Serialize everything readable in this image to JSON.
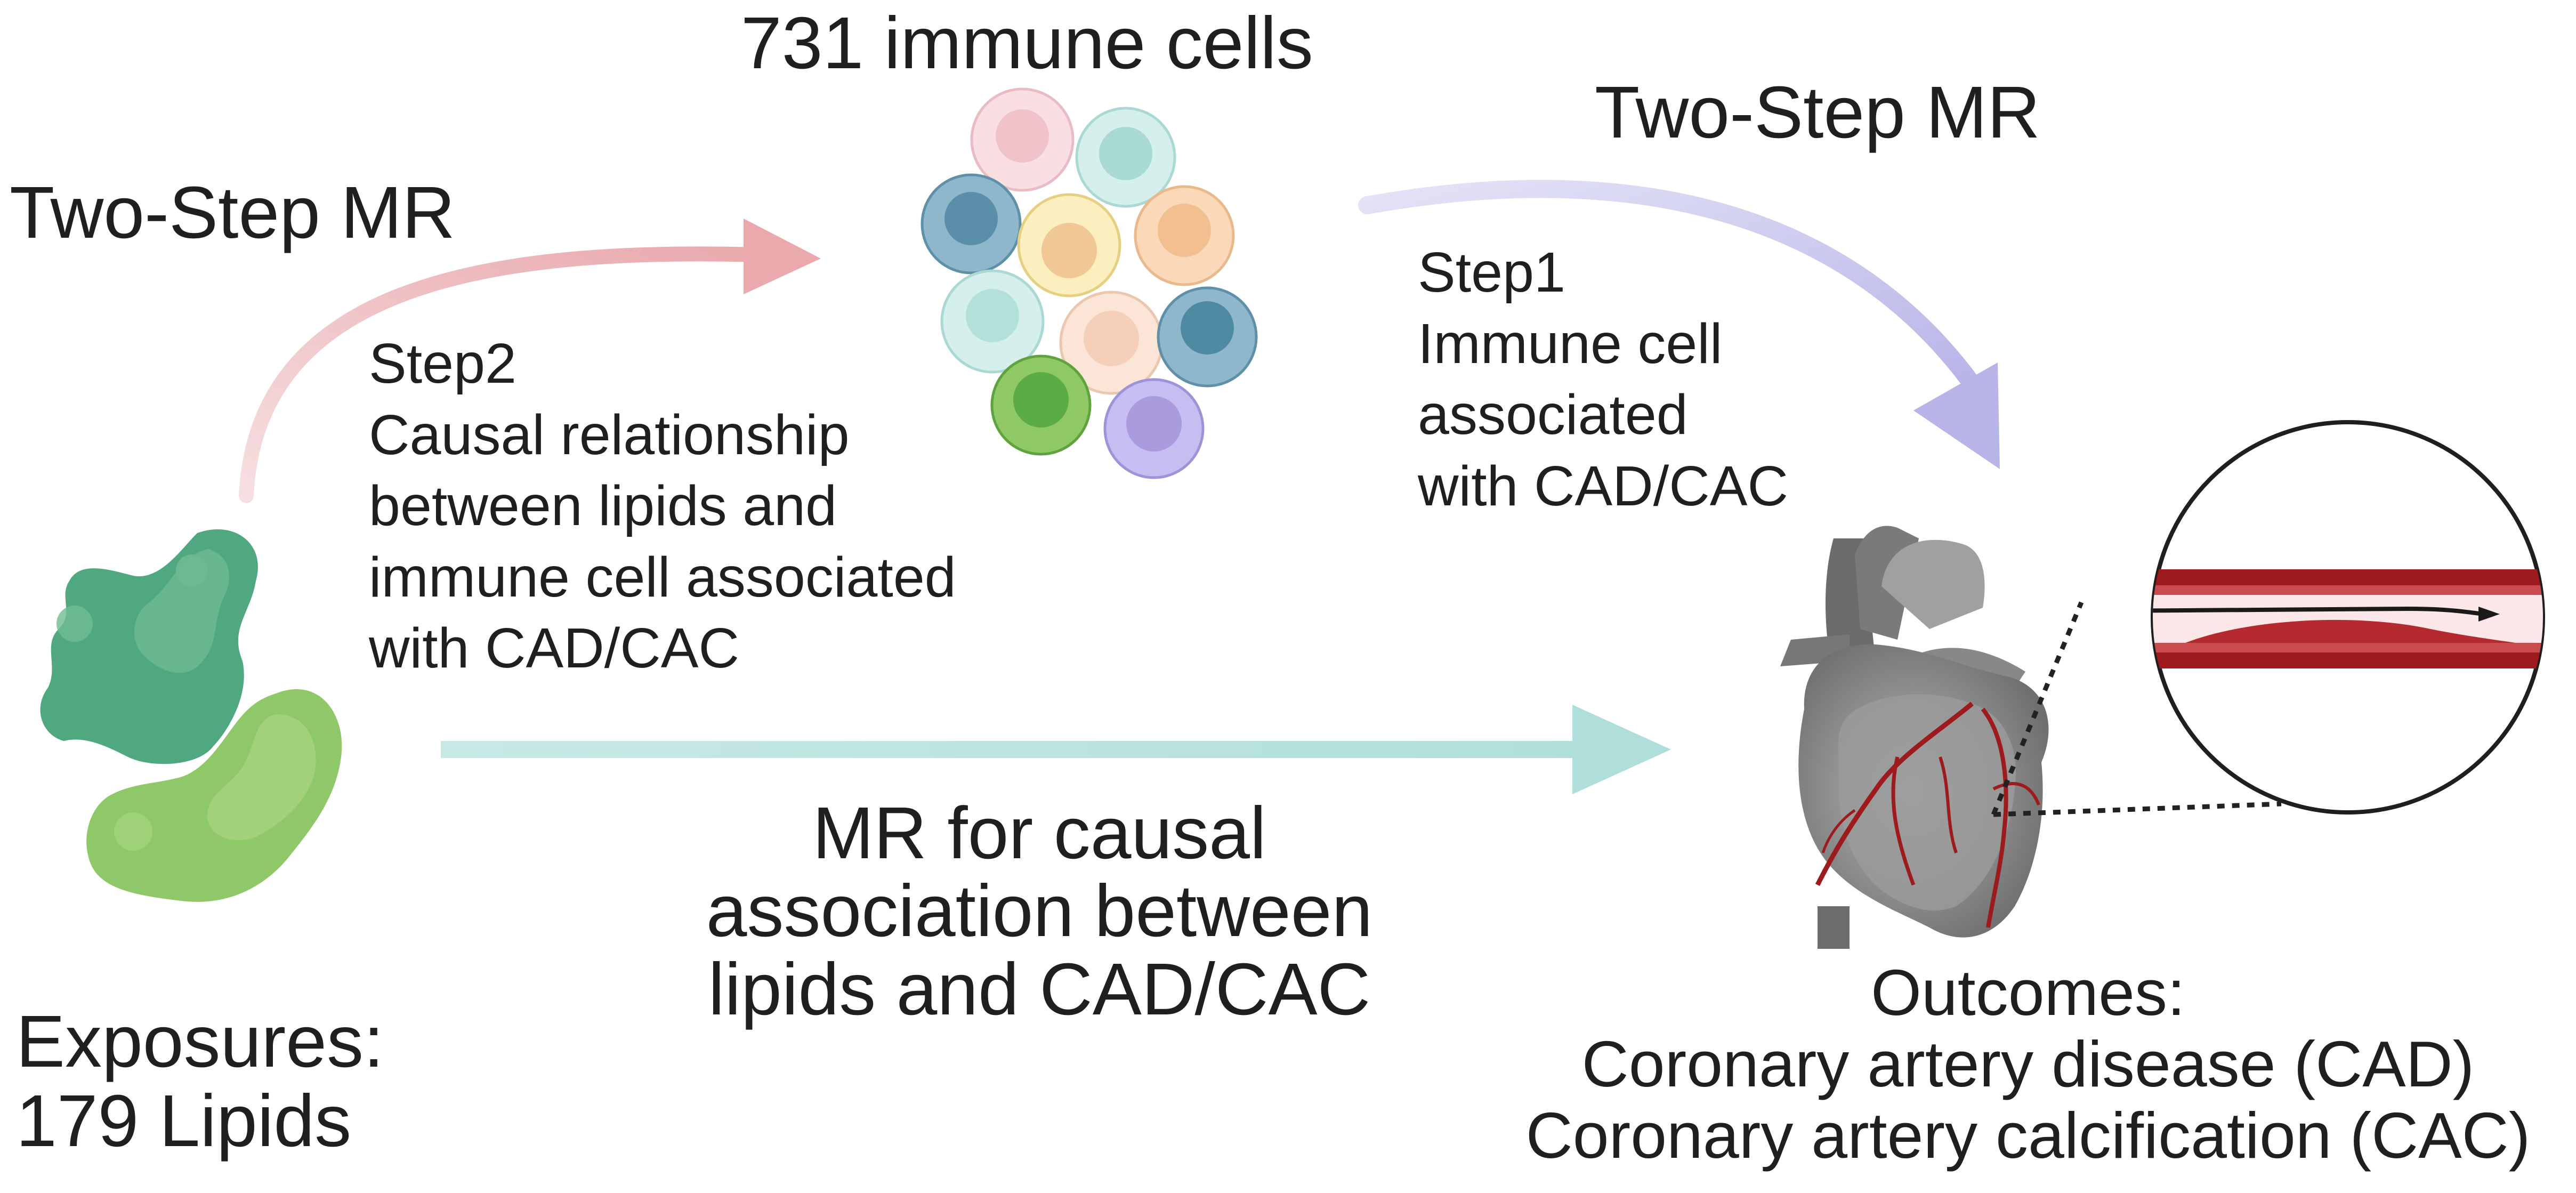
{
  "labels": {
    "immune_cells_title": "731 immune cells",
    "two_step_left": "Two-Step MR",
    "two_step_right": "Two-Step MR",
    "step2": [
      "Step2",
      "Causal relationship",
      "between lipids and",
      "immune cell associated",
      "with CAD/CAC"
    ],
    "step1": [
      "Step1",
      "Immune cell",
      "associated",
      "with CAD/CAC"
    ],
    "mr_direct": [
      "MR for causal",
      "association between",
      "lipids and CAD/CAC"
    ],
    "exposures": [
      "Exposures:",
      "179  Lipids"
    ],
    "outcomes": [
      "Outcomes:",
      "Coronary artery disease (CAD)",
      "Coronary artery calcification (CAC)"
    ]
  },
  "colors": {
    "step2_arrow": "#e9a9ad",
    "step1_arrow": "#b7b5e8",
    "direct_arrow": "#b7e2de",
    "lipid_dark": "#4fa87f",
    "lipid_light": "#8fc868",
    "artery_red": "#9d1a1d",
    "heart_gray": "#8a8a8a"
  },
  "icons": {
    "lipids": "lipid-droplets-icon",
    "cells": "immune-cells-icon",
    "heart": "heart-icon",
    "artery": "artery-cross-section-icon"
  }
}
